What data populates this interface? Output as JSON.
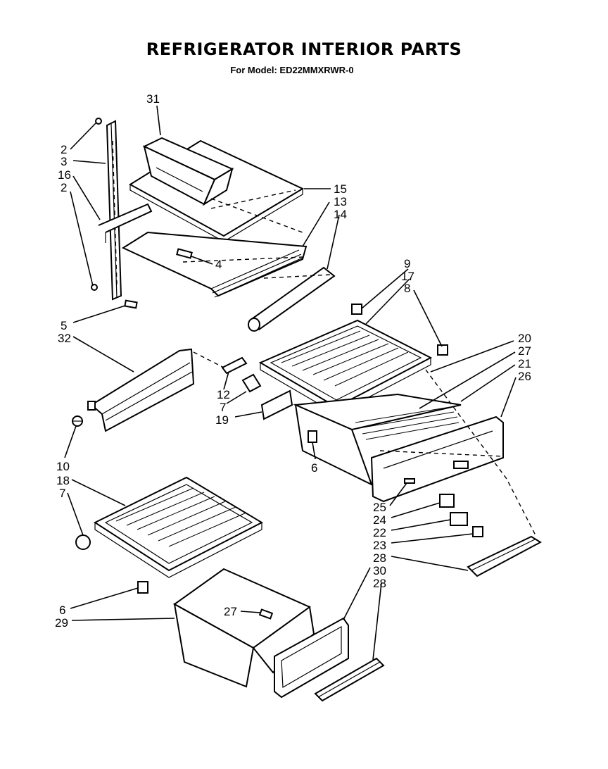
{
  "title": "REFRIGERATOR INTERIOR PARTS",
  "subtitle": "For Model: ED22MMXRWR-0",
  "callouts": {
    "c31": "31",
    "c2a": "2",
    "c3": "3",
    "c16": "16",
    "c2b": "2",
    "c15": "15",
    "c13": "13",
    "c14": "14",
    "c4": "4",
    "c5": "5",
    "c32": "32",
    "c9": "9",
    "c17": "17",
    "c8": "8",
    "c20": "20",
    "c27a": "27",
    "c21": "21",
    "c26": "26",
    "c12": "12",
    "c7a": "7",
    "c19": "19",
    "c6a": "6",
    "c10": "10",
    "c18": "18",
    "c7b": "7",
    "c25": "25",
    "c24": "24",
    "c22": "22",
    "c23": "23",
    "c28a": "28",
    "c30": "30",
    "c28b": "28",
    "c6b": "6",
    "c29": "29",
    "c27b": "27"
  }
}
